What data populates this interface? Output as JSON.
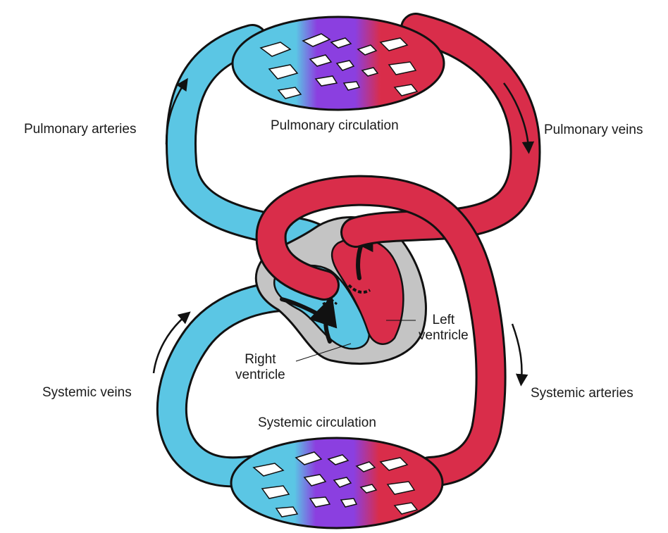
{
  "colors": {
    "deoxygenated": "#5bc6e4",
    "oxygenated": "#d92d4a",
    "capillary_mix": "#8b3fe0",
    "heart_wall": "#c4c4c4",
    "outline": "#111111"
  },
  "labels": {
    "pulmonary_arteries": "Pulmonary arteries",
    "pulmonary_circulation": "Pulmonary circulation",
    "pulmonary_veins": "Pulmonary veins",
    "left_ventricle": "Left\nventricle",
    "right_ventricle": "Right\nventricle",
    "systemic_veins": "Systemic veins",
    "systemic_arteries": "Systemic arteries",
    "systemic_circulation": "Systemic circulation"
  },
  "icons": {
    "flow_arrow": "curved-arrow-icon"
  }
}
